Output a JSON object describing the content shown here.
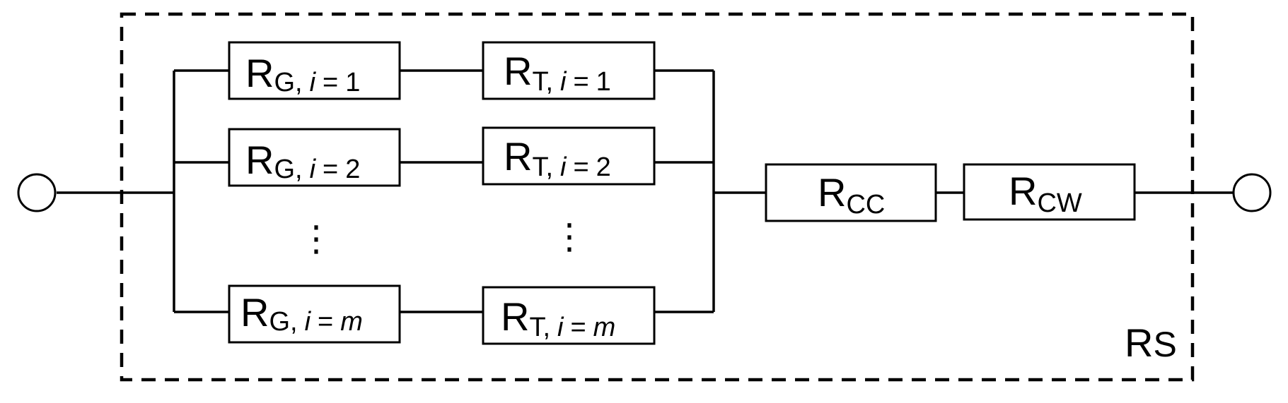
{
  "diagram": {
    "branches": [
      {
        "rg": {
          "main": "R",
          "sub": "G,",
          "var": "i",
          "eq": "=",
          "val": "1",
          "val_italic": false
        },
        "rt": {
          "main": "R",
          "sub": "T,",
          "var": "i",
          "eq": "=",
          "val": "1",
          "val_italic": false
        }
      },
      {
        "rg": {
          "main": "R",
          "sub": "G,",
          "var": "i",
          "eq": "=",
          "val": "2",
          "val_italic": false
        },
        "rt": {
          "main": "R",
          "sub": "T,",
          "var": "i",
          "eq": "=",
          "val": "2",
          "val_italic": false
        }
      },
      {
        "rg": {
          "main": "R",
          "sub": "G,",
          "var": "i",
          "eq": "=",
          "val": "m",
          "val_italic": true
        },
        "rt": {
          "main": "R",
          "sub": "T,",
          "var": "i",
          "eq": "=",
          "val": "m",
          "val_italic": true
        }
      }
    ],
    "ellipsis": "⋮",
    "rcc": {
      "main": "R",
      "sub": "CC"
    },
    "rcw": {
      "main": "R",
      "sub": "CW"
    },
    "rs": {
      "main": "R",
      "sub": "S"
    }
  }
}
